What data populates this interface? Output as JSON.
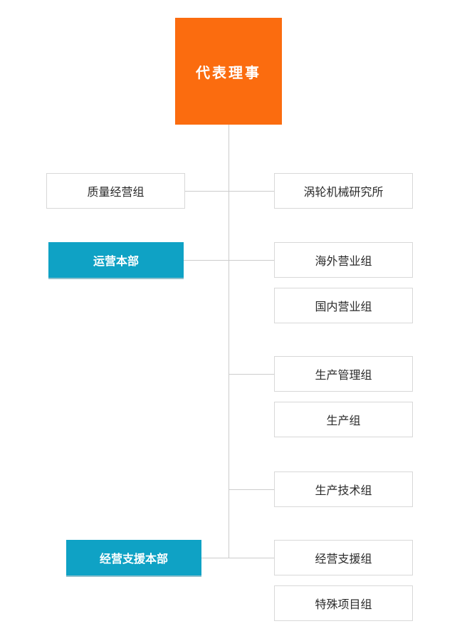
{
  "org": {
    "root": {
      "label": "代表理事"
    },
    "left": [
      {
        "label": "质量经营组",
        "type": "plain"
      },
      {
        "label": "运营本部",
        "type": "division"
      },
      {
        "label": "经营支援本部",
        "type": "division"
      }
    ],
    "right": [
      {
        "label": "涡轮机械研究所"
      },
      {
        "label": "海外营业组"
      },
      {
        "label": "国内营业组"
      },
      {
        "label": "生产管理组"
      },
      {
        "label": "生产组"
      },
      {
        "label": "生产技术组"
      },
      {
        "label": "经营支援组"
      },
      {
        "label": "特殊项目组"
      }
    ],
    "colors": {
      "accent_orange": "#fb6c0f",
      "accent_teal": "#0fa2c5",
      "box_border": "#d8d8d8",
      "connector_line": "#cccccc"
    }
  }
}
